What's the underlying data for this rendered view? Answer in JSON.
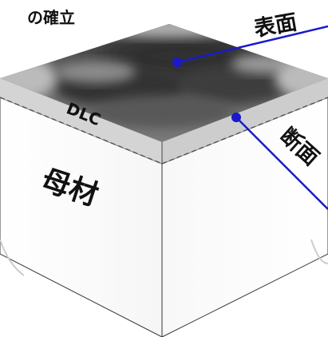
{
  "heading": "の確立",
  "labels": {
    "surface": "表面",
    "cross_section": "断面",
    "coating": "DLC",
    "base_material": "母材"
  },
  "colors": {
    "pointer": "#1a1acc",
    "outline": "#333333",
    "coating_fill": "#d4d4d4",
    "dashed_edge": "#555555"
  }
}
